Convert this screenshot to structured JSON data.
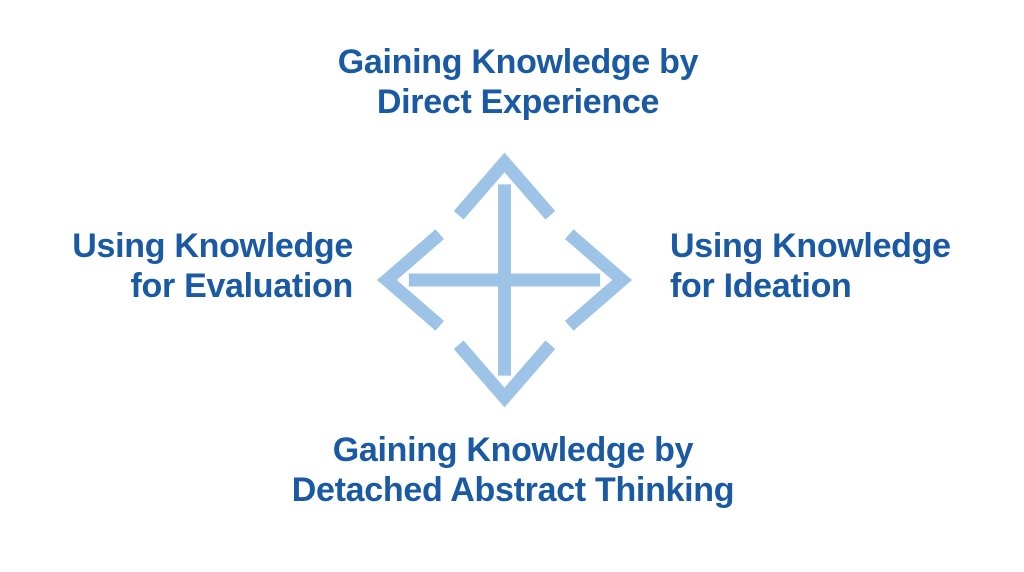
{
  "theme": {
    "background_color": "#ffffff",
    "label_text_color": "#1a5aa4",
    "arrow_color": "#9dc3e7"
  },
  "diagram": {
    "description": "Four-quadrant knowledge diagram with a four-way move arrow in the center",
    "center_icon": "four-way-move-arrow",
    "labels": {
      "top": {
        "line1": "Gaining Knowledge by",
        "line2": "Direct Experience"
      },
      "left": {
        "line1": "Using Knowledge",
        "line2": "for Evaluation"
      },
      "right": {
        "line1": "Using Knowledge",
        "line2": "for Ideation"
      },
      "bottom": {
        "line1": "Gaining Knowledge by",
        "line2": "Detached Abstract Thinking"
      }
    }
  }
}
